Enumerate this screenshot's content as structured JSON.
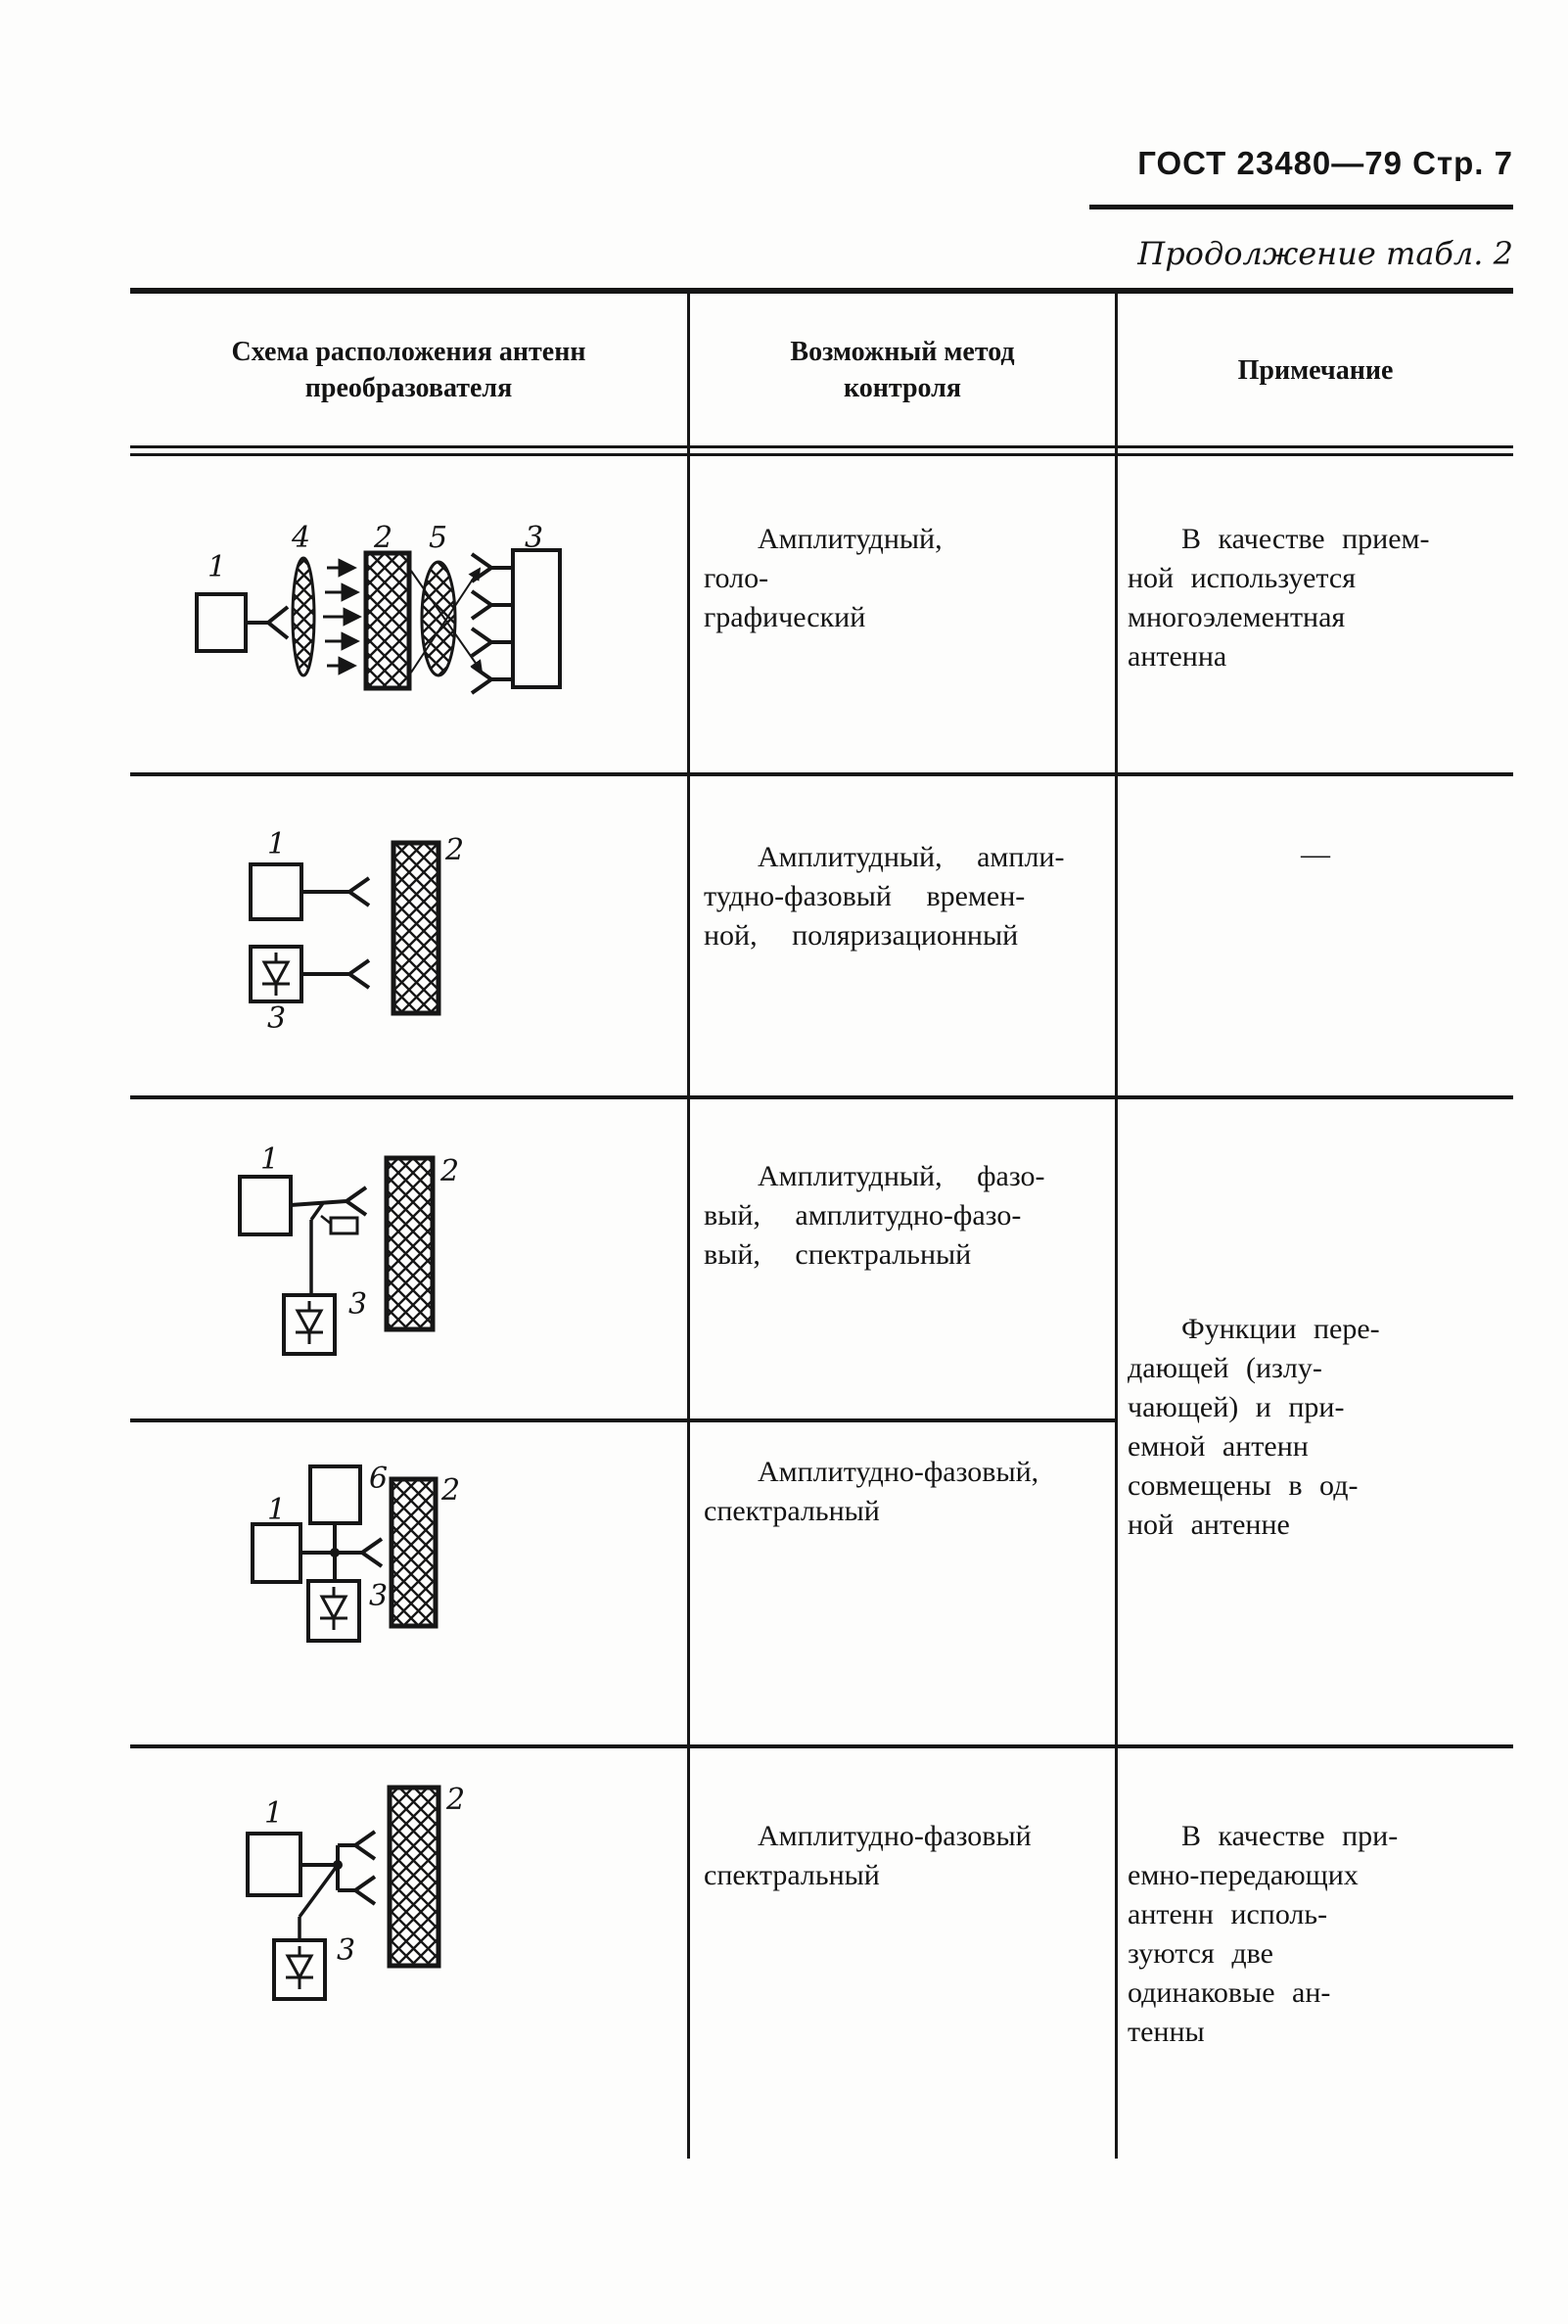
{
  "page": {
    "header": "ГОСТ 23480—79 Стр. 7",
    "table_caption": "Продолжение табл. 2"
  },
  "table": {
    "columns": [
      "Схема расположения антенн\nпреобразователя",
      "Возможный метод\nконтроля",
      "Примечание"
    ],
    "rows": [
      {
        "labels": [
          "1",
          "4",
          "2",
          "5",
          "3"
        ],
        "method": "Амплитудный, голо-\nграфический",
        "note": "В качестве прием-\nной используется\nмногоэлементная\nантенна"
      },
      {
        "labels": [
          "1",
          "2",
          "3"
        ],
        "method": "Амплитудный, ампли-\nтудно-фазовый времен-\nной, поляризационный",
        "note": "—"
      },
      {
        "labels": [
          "1",
          "2",
          "3"
        ],
        "method": "Амплитудный, фазо-\nвый, амплитудно-фазо-\nвый, спектральный",
        "note": ""
      },
      {
        "labels": [
          "1",
          "6",
          "2",
          "3"
        ],
        "method": "Амплитудно-фазовый,\nспектральный",
        "note": ""
      },
      {
        "labels": [
          "1",
          "2",
          "3"
        ],
        "method": "Амплитудно-фазовый\nспектральный",
        "note": "В качестве при-\nемно-передающих\nантенн исполь-\nзуются две\nодинаковые ан-\nтенны"
      }
    ],
    "merged_note": "Функции пере-\nдающей (излу-\nчающей) и при-\nемной антенн\nсовмещены в од-\nной антенне"
  }
}
